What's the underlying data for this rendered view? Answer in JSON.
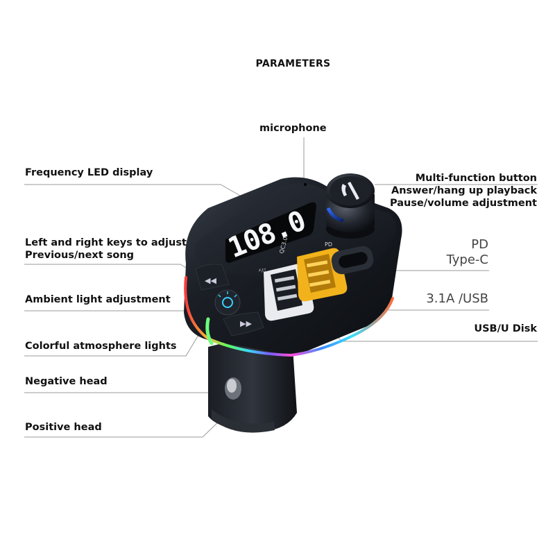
{
  "title": "PARAMETERS",
  "labels": {
    "microphone": "microphone",
    "frequency_led_display": "Frequency LED display",
    "left_right_keys_line1": "Left and right keys to adjust",
    "left_right_keys_line2": "Previous/next song",
    "ambient_light": "Ambient light adjustment",
    "colorful_lights": "Colorful atmosphere lights",
    "negative_head": "Negative head",
    "positive_head": "Positive head",
    "multi_function_line1": "Multi-function button",
    "multi_function_line2": "Answer/hang up playback",
    "multi_function_line3": "Pause/volume adjustment",
    "pd": "PD",
    "type_c": "Type-C",
    "usb_31a": "3.1A /USB",
    "usb_u_disk": "USB/U Disk"
  },
  "device": {
    "display_digits": "108.0",
    "port_qc": "QC3.0",
    "port_pd": "PD",
    "port_usb_mark": "⚡/⎍",
    "knob_icon": "phone-icon"
  },
  "colors": {
    "body": "#14171d",
    "body_highlight": "#3a404a",
    "usb_yellow": "#f2b21b",
    "leader_line": "#9a9a9a",
    "led_white": "#f4f6f8"
  }
}
